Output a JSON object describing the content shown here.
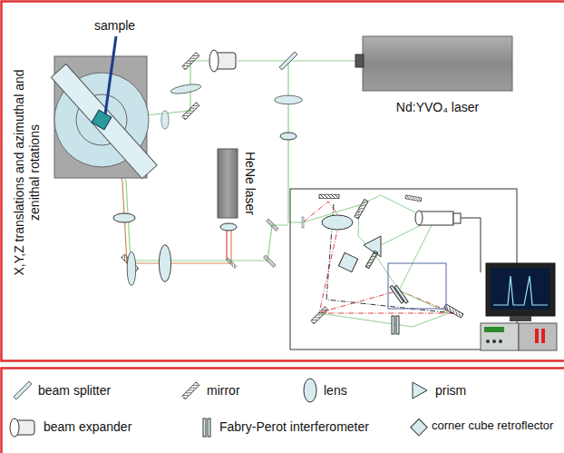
{
  "diagram": {
    "nodes": [
      {
        "text": [
          "Nd:YVO₄ laser"
        ]
      },
      {
        "text": [
          "HeNe laser"
        ]
      }
    ],
    "labels": [
      "sample",
      "X,Y,Z translations and azimuthal and zenithal rotations"
    ],
    "legend": [
      {
        "text": "beam splitter"
      },
      {
        "text": "mirror"
      },
      {
        "text": "lens"
      },
      {
        "text": "prism"
      },
      {
        "text": "beam expander"
      },
      {
        "text": "Fabry-Perot interferometer"
      },
      {
        "text": "corner cube retroflector"
      }
    ]
  }
}
